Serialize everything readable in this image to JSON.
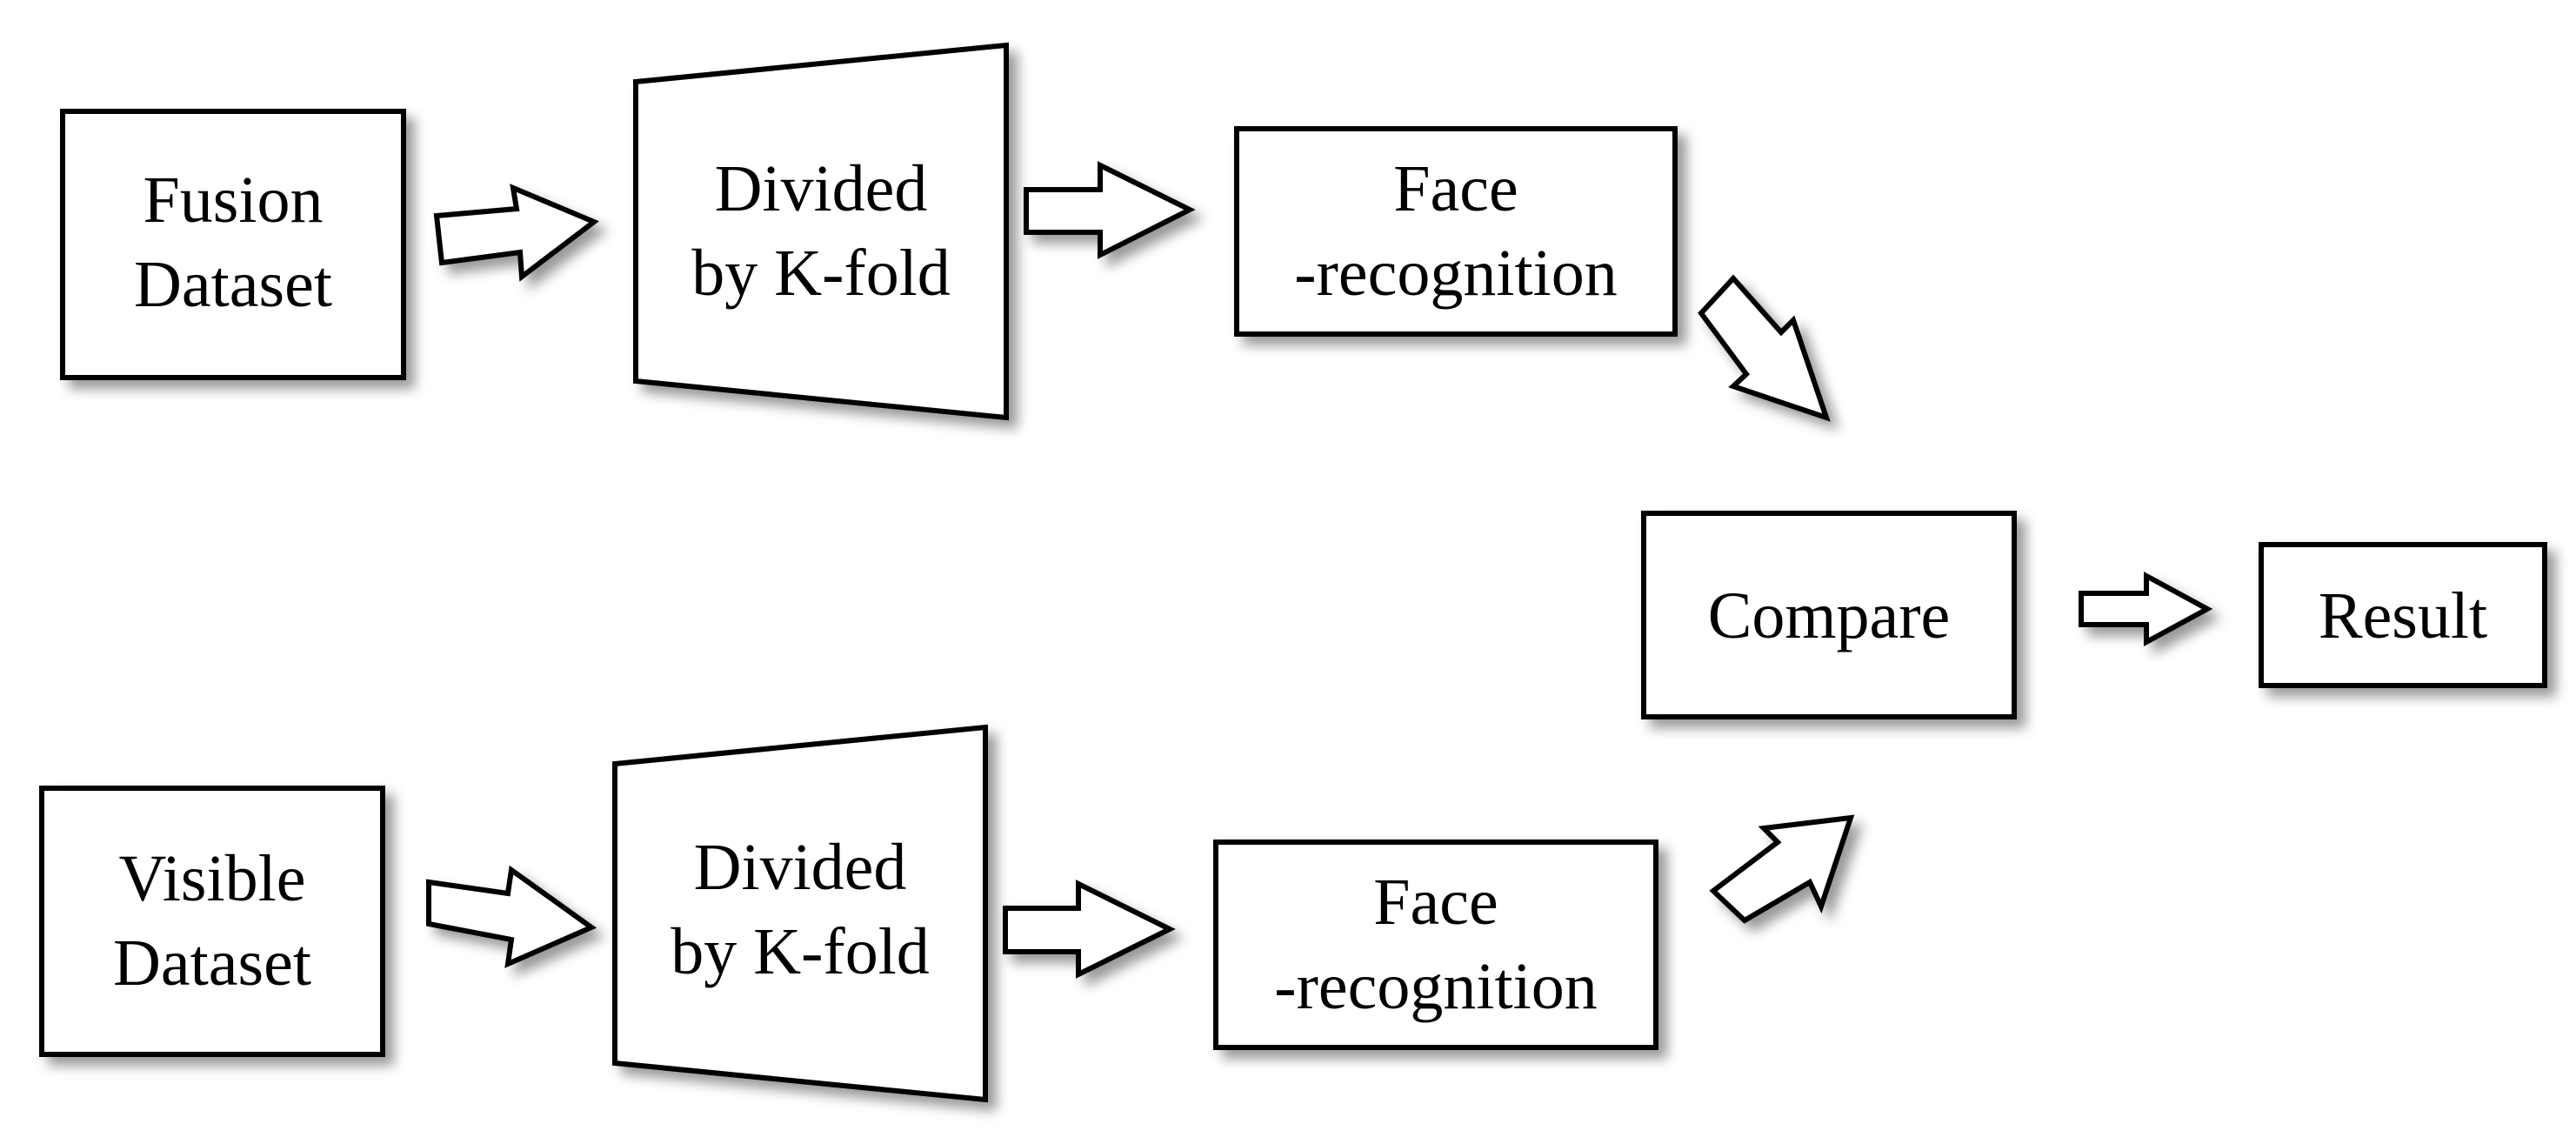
{
  "diagram": {
    "nodes": {
      "fusion_dataset": {
        "line1": "Fusion",
        "line2": "Dataset"
      },
      "divided_top": {
        "line1": "Divided",
        "line2": "by K-fold"
      },
      "face_recognition_top": {
        "line1": "Face",
        "line2": "-recognition"
      },
      "compare": {
        "label": "Compare"
      },
      "result": {
        "label": "Result"
      },
      "visible_dataset": {
        "line1": "Visible",
        "line2": "Dataset"
      },
      "divided_bottom": {
        "line1": "Divided",
        "line2": "by K-fold"
      },
      "face_recognition_bottom": {
        "line1": "Face",
        "line2": "-recognition"
      }
    },
    "colors": {
      "stroke": "#000000",
      "fill": "#ffffff",
      "shadow": "#8c8c8c"
    }
  }
}
